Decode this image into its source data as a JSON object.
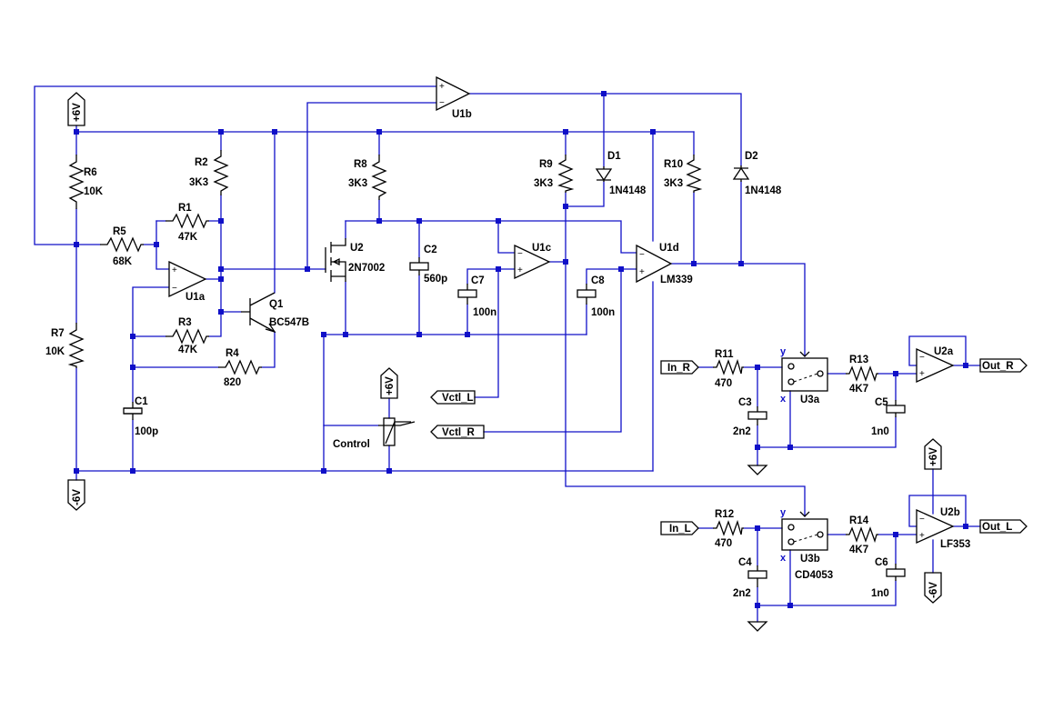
{
  "power": {
    "pos": "+6V",
    "neg": "-6V"
  },
  "resistors": {
    "r1": {
      "ref": "R1",
      "value": "47K"
    },
    "r2": {
      "ref": "R2",
      "value": "3K3"
    },
    "r3": {
      "ref": "R3",
      "value": "47K"
    },
    "r4": {
      "ref": "R4",
      "value": "820"
    },
    "r5": {
      "ref": "R5",
      "value": "68K"
    },
    "r6": {
      "ref": "R6",
      "value": "10K"
    },
    "r7": {
      "ref": "R7",
      "value": "10K"
    },
    "r8": {
      "ref": "R8",
      "value": "3K3"
    },
    "r9": {
      "ref": "R9",
      "value": "3K3"
    },
    "r10": {
      "ref": "R10",
      "value": "3K3"
    },
    "r11": {
      "ref": "R11",
      "value": "470"
    },
    "r12": {
      "ref": "R12",
      "value": "470"
    },
    "r13": {
      "ref": "R13",
      "value": "4K7"
    },
    "r14": {
      "ref": "R14",
      "value": "4K7"
    }
  },
  "capacitors": {
    "c1": {
      "ref": "C1",
      "value": "100p"
    },
    "c2": {
      "ref": "C2",
      "value": "560p"
    },
    "c3": {
      "ref": "C3",
      "value": "2n2"
    },
    "c4": {
      "ref": "C4",
      "value": "2n2"
    },
    "c5": {
      "ref": "C5",
      "value": "1n0"
    },
    "c6": {
      "ref": "C6",
      "value": "1n0"
    },
    "c7": {
      "ref": "C7",
      "value": "100n"
    },
    "c8": {
      "ref": "C8",
      "value": "100n"
    }
  },
  "diodes": {
    "d1": {
      "ref": "D1",
      "value": "1N4148"
    },
    "d2": {
      "ref": "D2",
      "value": "1N4148"
    }
  },
  "transistors": {
    "q1": {
      "ref": "Q1",
      "value": "BC547B"
    },
    "u2": {
      "ref": "U2",
      "value": "2N7002"
    }
  },
  "opamps": {
    "u1a": {
      "ref": "U1a"
    },
    "u1b": {
      "ref": "U1b"
    },
    "u1c": {
      "ref": "U1c"
    },
    "u1d": {
      "ref": "U1d",
      "value": "LM339"
    },
    "u2a": {
      "ref": "U2a"
    },
    "u2b": {
      "ref": "U2b",
      "value": "LF353"
    }
  },
  "switches": {
    "u3a": {
      "ref": "U3a",
      "pin_y": "y",
      "pin_x": "x"
    },
    "u3b": {
      "ref": "U3b",
      "value": "CD4053",
      "pin_y": "y",
      "pin_x": "x"
    }
  },
  "potentiometer": {
    "label": "Control"
  },
  "ports": {
    "vctl_l": "Vctl_L",
    "vctl_r": "Vctl_R",
    "in_r": "In_R",
    "in_l": "In_L",
    "out_r": "Out_R",
    "out_l": "Out_L"
  }
}
